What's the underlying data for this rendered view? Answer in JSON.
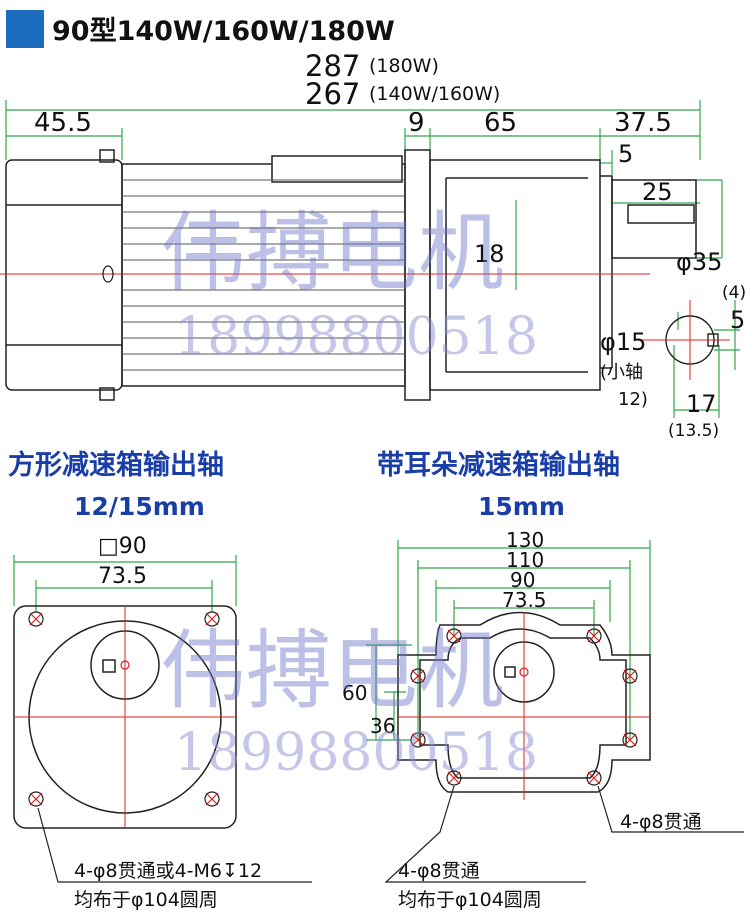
{
  "header": {
    "title": "90型140W/160W/180W",
    "accent_color": "#1c6dc0"
  },
  "side_view": {
    "overall_180": "287",
    "overall_180_note": "(180W)",
    "overall_140_160": "267",
    "overall_140_160_note": "(140W/160W)",
    "dim_45_5": "45.5",
    "dim_9": "9",
    "dim_65": "65",
    "dim_37_5": "37.5",
    "dim_5": "5",
    "dim_25": "25",
    "dim_18": "18",
    "shaft_dia": "φ35",
    "key_4": "(4)",
    "key_5": "5",
    "small_shaft": "φ15",
    "small_shaft_note_1": "(小轴",
    "small_shaft_note_2": "12)",
    "dim_17": "17",
    "dim_13_5": "(13.5)"
  },
  "square_section": {
    "heading": "方形减速箱输出轴",
    "shaft_size": "12/15mm",
    "box_size": "□90",
    "pitch": "73.5",
    "note_holes": "4-φ8贯通或4-M6↧12",
    "note_circle": "均布于φ104圆周"
  },
  "ear_section": {
    "heading": "带耳朵减速箱输出轴",
    "shaft_size": "15mm",
    "w130": "130",
    "w110": "110",
    "w90": "90",
    "w73_5": "73.5",
    "h60": "60",
    "h36": "36",
    "note_side": "4-φ8贯通",
    "note_holes": "4-φ8贯通",
    "note_circle": "均布于φ104圆周"
  },
  "watermark": {
    "text": "伟搏电机",
    "phone": "18998800518"
  },
  "colors": {
    "dimension_line": "#2ea84a",
    "center_line": "#e0201c",
    "outline": "#222222",
    "heading": "#1a3ea8"
  }
}
